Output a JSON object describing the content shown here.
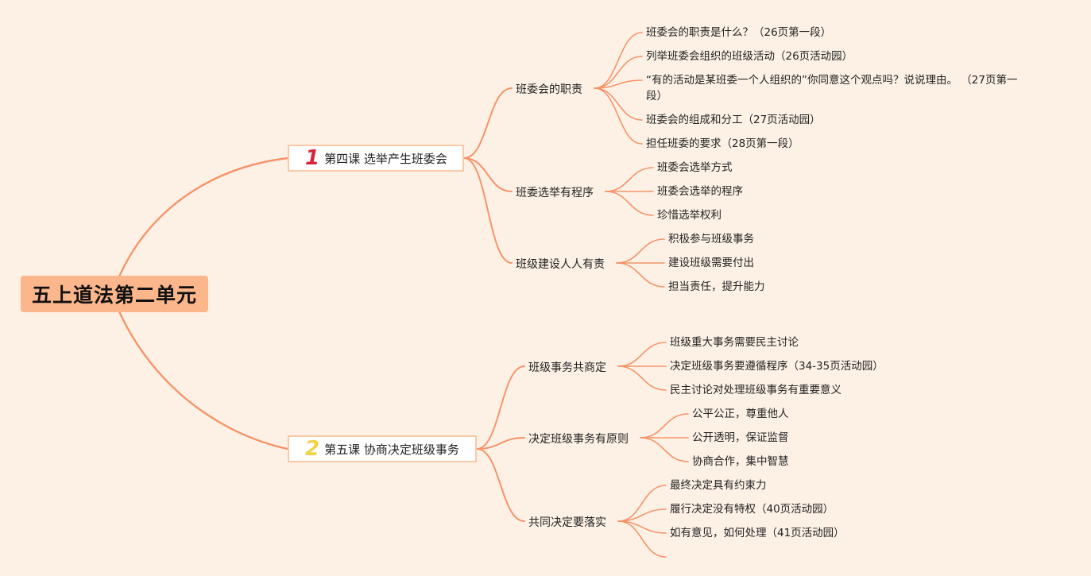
{
  "root": {
    "title": "五上道法第二单元"
  },
  "colors": {
    "line": "#f5946a",
    "root_bg": "#fbb68c",
    "background": "#fdf1e6",
    "num1": "#d8243f",
    "num2": "#f3d044"
  },
  "lessons": [
    {
      "num": "1",
      "title": "第四课 选举产生班委会",
      "topics": [
        {
          "label": "班委会的职责",
          "items": [
            "班委会的职责是什么？（26页第一段）",
            "列举班委会组织的班级活动（26页活动园）",
            "“有的活动是某班委一个人组织的”你同意这个观点吗？说说理由。 （27页第一段）",
            "班委会的组成和分工（27页活动园）",
            "担任班委的要求（28页第一段）"
          ]
        },
        {
          "label": "班委选举有程序",
          "items": [
            "班委会选举方式",
            "班委会选举的程序",
            "珍惜选举权利"
          ]
        },
        {
          "label": "班级建设人人有责",
          "items": [
            "积极参与班级事务",
            "建设班级需要付出",
            "担当责任，提升能力"
          ]
        }
      ]
    },
    {
      "num": "2",
      "title": "第五课 协商决定班级事务",
      "topics": [
        {
          "label": "班级事务共商定",
          "items": [
            "班级重大事务需要民主讨论",
            "决定班级事务要遵循程序（34-35页活动园）",
            "民主讨论对处理班级事务有重要意义"
          ]
        },
        {
          "label": "决定班级事务有原则",
          "items": [
            "公平公正，尊重他人",
            "公开透明，保证监督",
            "协商合作，集中智慧"
          ]
        },
        {
          "label": "共同决定要落实",
          "items": [
            "最终决定具有约束力",
            "履行决定没有特权（40页活动园）",
            "如有意见，如何处理（41页活动园）",
            ""
          ]
        }
      ]
    }
  ]
}
